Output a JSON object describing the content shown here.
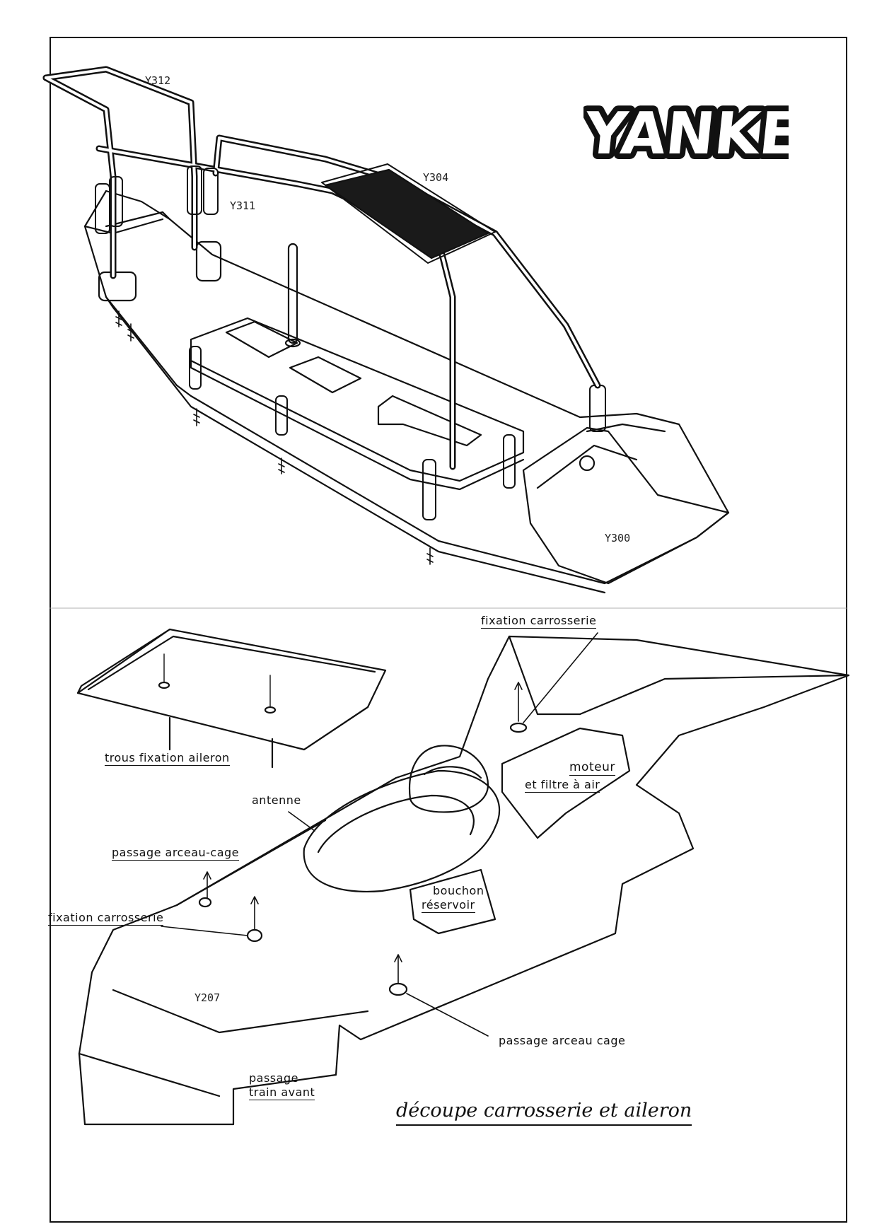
{
  "brand": "YANKEE",
  "parts": {
    "roll_bar_rear": "Y312",
    "posts": "Y311",
    "radio_plate": "Y304",
    "chassis": "Y300",
    "body": "Y207"
  },
  "labels": {
    "body_mount_top": "fixation carrosserie",
    "wing_holes": "trous fixation aileron",
    "engine": "moteur",
    "air_filter": "et filtre à air",
    "antenna": "antenne",
    "cage_pass_left": "passage arceau-cage",
    "body_mount_left": "fixation carrosserie",
    "fuel_cap_1": "bouchon",
    "fuel_cap_2": "réservoir",
    "cage_pass_right": "passage arceau cage",
    "front_pass_1": "passage",
    "front_pass_2": "train avant"
  },
  "caption": "découpe carrosserie et aileron"
}
